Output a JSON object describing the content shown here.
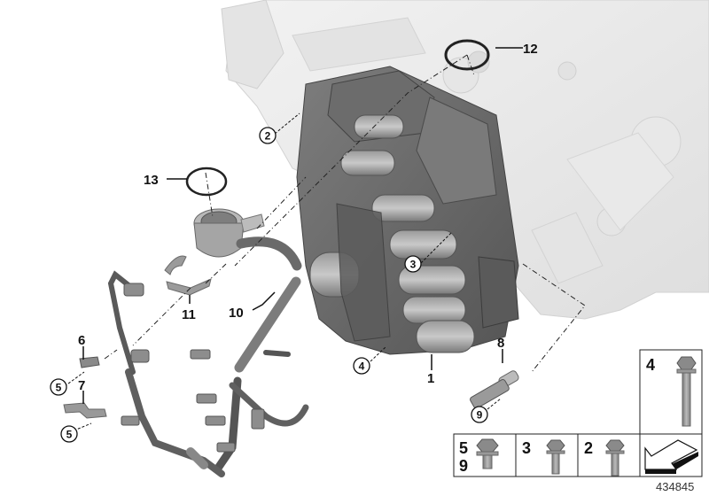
{
  "diagram": {
    "type": "exploded-parts-diagram",
    "subject": "transmission mechatronic unit (valve body) with wiring harness",
    "drawing_number": "434845",
    "part_labels": [
      {
        "id": "1",
        "style": "plain",
        "part": "mechatronic-valve-body"
      },
      {
        "id": "2",
        "style": "circled",
        "part": "bolt"
      },
      {
        "id": "3",
        "style": "circled",
        "part": "bolt"
      },
      {
        "id": "4",
        "style": "circled",
        "part": "bolt"
      },
      {
        "id": "5",
        "style": "circled",
        "part": "bolt"
      },
      {
        "id": "5",
        "style": "circled",
        "part": "bolt"
      },
      {
        "id": "6",
        "style": "plain",
        "part": "bracket"
      },
      {
        "id": "7",
        "style": "plain",
        "part": "bracket"
      },
      {
        "id": "8",
        "style": "plain",
        "part": "sensor"
      },
      {
        "id": "9",
        "style": "circled",
        "part": "bolt"
      },
      {
        "id": "10",
        "style": "plain",
        "part": "wiring-harness"
      },
      {
        "id": "11",
        "style": "plain",
        "part": "retaining-clip"
      },
      {
        "id": "12",
        "style": "plain",
        "part": "o-ring"
      },
      {
        "id": "13",
        "style": "plain",
        "part": "o-ring"
      }
    ],
    "legend_boxes": [
      {
        "labels": [
          "4"
        ],
        "fastener": "long-bolt"
      },
      {
        "labels": [
          "5",
          "9"
        ],
        "fastener": "short-flange-bolt"
      },
      {
        "labels": [
          "3"
        ],
        "fastener": "flange-bolt"
      },
      {
        "labels": [
          "2"
        ],
        "fastener": "flange-bolt"
      },
      {
        "labels": [],
        "fastener": "direction-arrow"
      }
    ]
  },
  "labels": {
    "l1": "1",
    "l2": "2",
    "l3": "3",
    "l4": "4",
    "l5a": "5",
    "l5b": "5",
    "l6": "6",
    "l7": "7",
    "l8": "8",
    "l9": "9",
    "l10": "10",
    "l11": "11",
    "l12": "12",
    "l13": "13",
    "box4": "4",
    "box5": "5",
    "box9": "9",
    "box3": "3",
    "box2": "2",
    "drawing_number": "434845"
  },
  "colors": {
    "housing": "#ececec",
    "part_dark": "#6e6e6e",
    "part_mid": "#8c8c8c",
    "ink": "#111111"
  }
}
